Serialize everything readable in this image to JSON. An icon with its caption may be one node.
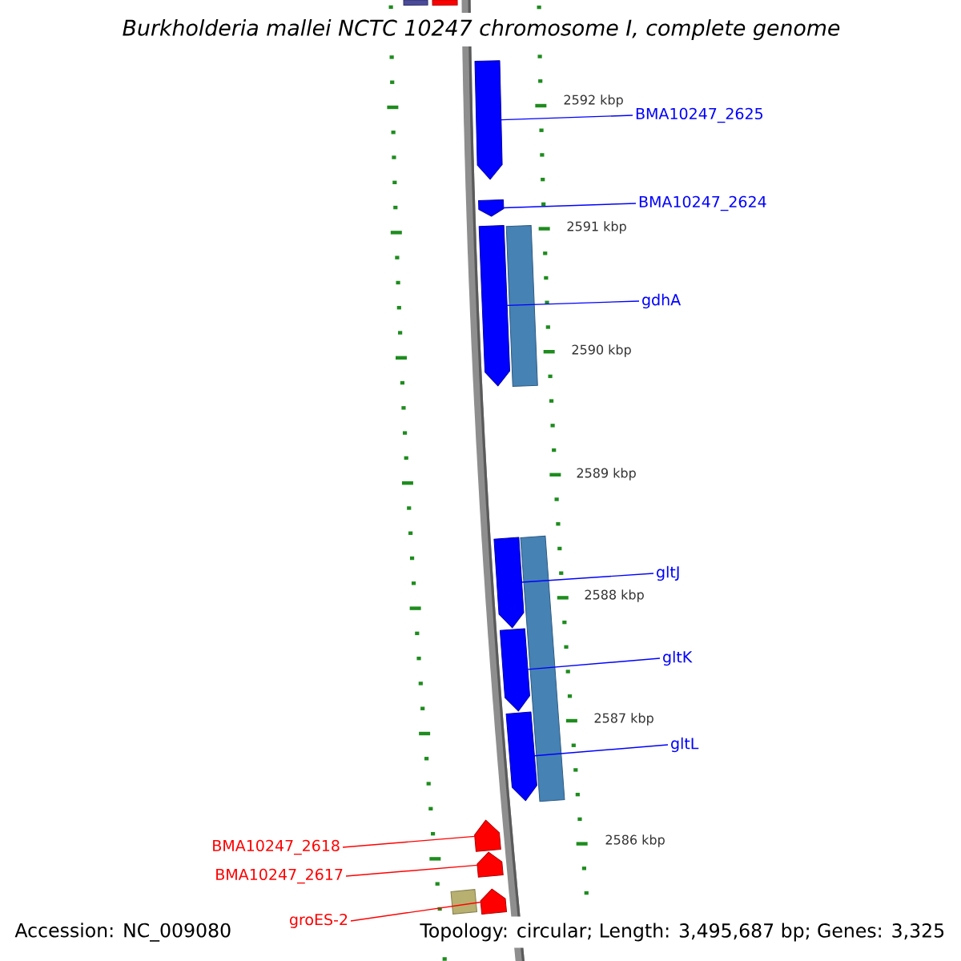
{
  "diagram": {
    "title": "Burkholderia mallei NCTC 10247 chromosome I, complete genome",
    "nodes": [
      {
        "text": [],
        "shape": "box"
      },
      {
        "text": [],
        "shape": "box"
      },
      {
        "text": [],
        "shape": "arrow"
      },
      {
        "text": [],
        "shape": "arrow"
      },
      {
        "text": [],
        "shape": "arrow"
      },
      {
        "text": [],
        "shape": "bar"
      },
      {
        "text": [],
        "shape": "arrow"
      },
      {
        "text": [],
        "shape": "bar"
      },
      {
        "text": [],
        "shape": "arrow"
      },
      {
        "text": [],
        "shape": "arrow"
      },
      {
        "text": [],
        "shape": "arrow"
      },
      {
        "text": [],
        "shape": "arrow"
      },
      {
        "text": [],
        "shape": "box"
      },
      {
        "text": [],
        "shape": "arrow"
      },
      {
        "text": [
          "BMA10247_2625"
        ]
      },
      {
        "text": [
          "BMA10247_2624"
        ]
      },
      {
        "text": [
          "gdhA"
        ]
      },
      {
        "text": [
          "gltJ"
        ]
      },
      {
        "text": [
          "gltK"
        ]
      },
      {
        "text": [
          "gltL"
        ]
      },
      {
        "text": [
          "BMA10247_2618"
        ]
      },
      {
        "text": [
          "BMA10247_2617"
        ]
      },
      {
        "text": [
          "groES-2"
        ]
      }
    ],
    "edges": [
      {
        "from": 14,
        "to": 2,
        "arrow": "none"
      },
      {
        "from": 15,
        "to": 3,
        "arrow": "none"
      },
      {
        "from": 16,
        "to": 4,
        "arrow": "none"
      },
      {
        "from": 17,
        "to": 6,
        "arrow": "none"
      },
      {
        "from": 18,
        "to": 8,
        "arrow": "none"
      },
      {
        "from": 19,
        "to": 9,
        "arrow": "none"
      },
      {
        "from": 20,
        "to": 10,
        "arrow": "none",
        "color": "#ff0000"
      },
      {
        "from": 21,
        "to": 11,
        "arrow": "none",
        "color": "#ff0000"
      },
      {
        "from": 22,
        "to": 13,
        "arrow": "none",
        "color": "#ff0000"
      }
    ],
    "labels": [
      "2592 kbp",
      "2591 kbp",
      "2590 kbp",
      "2589 kbp",
      "2588 kbp",
      "2587 kbp",
      "2586 kbp",
      "Accession: NC_009080",
      "Topology: circular; Length: 3,495,687 bp; Genes: 3,325"
    ]
  }
}
